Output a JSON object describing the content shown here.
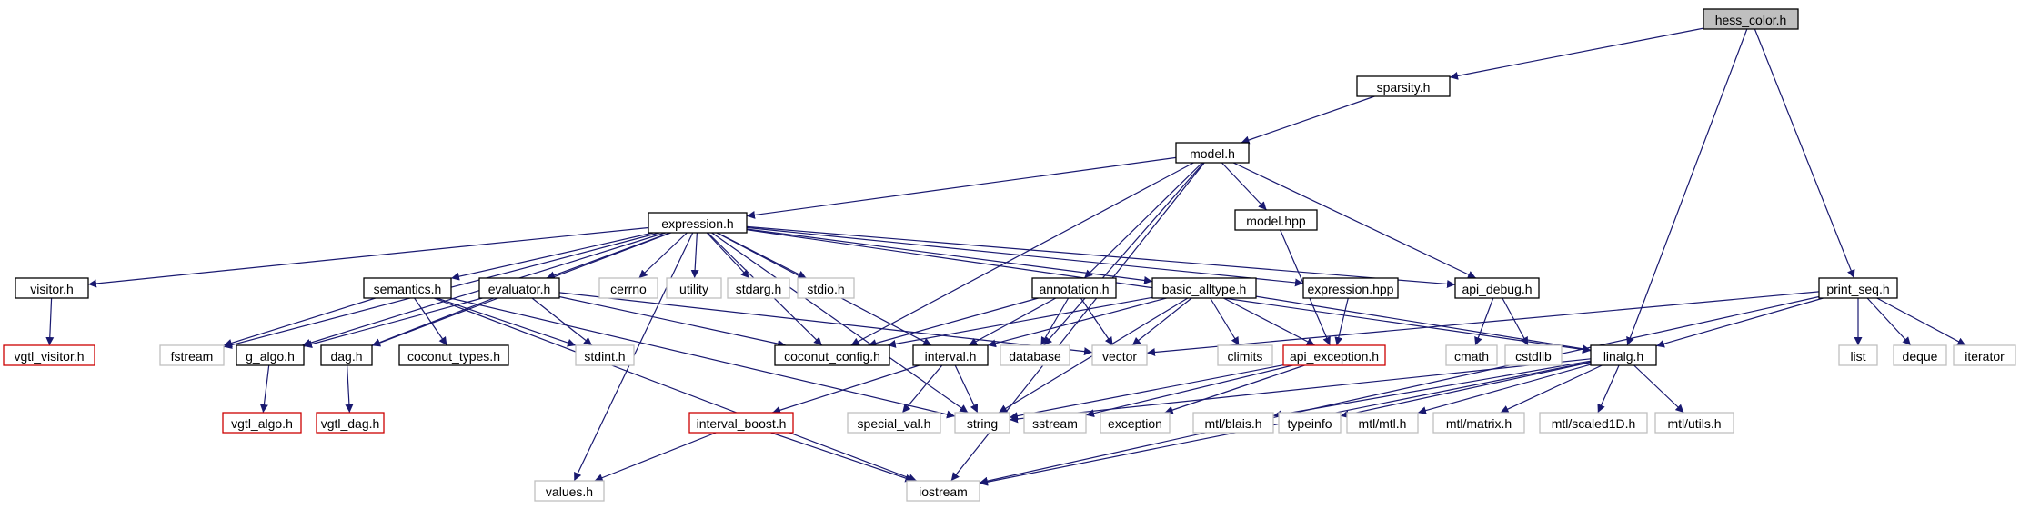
{
  "colors": {
    "edge": "#191970",
    "documented_border": "#000000",
    "system_border": "#bfbfbf",
    "missing_border": "#cc0000",
    "root_fill": "#bfbfbf"
  },
  "nodes": [
    {
      "id": "hess_color",
      "label": "hess_color.h",
      "kind": "root"
    },
    {
      "id": "sparsity",
      "label": "sparsity.h",
      "kind": "normal"
    },
    {
      "id": "model_h",
      "label": "model.h",
      "kind": "normal"
    },
    {
      "id": "expression_h",
      "label": "expression.h",
      "kind": "normal"
    },
    {
      "id": "model_hpp",
      "label": "model.hpp",
      "kind": "normal"
    },
    {
      "id": "visitor",
      "label": "visitor.h",
      "kind": "normal"
    },
    {
      "id": "vgtl_visitor",
      "label": "vgtl_visitor.h",
      "kind": "red"
    },
    {
      "id": "fstream",
      "label": "fstream",
      "kind": "system"
    },
    {
      "id": "semantics",
      "label": "semantics.h",
      "kind": "normal"
    },
    {
      "id": "evaluator",
      "label": "evaluator.h",
      "kind": "normal"
    },
    {
      "id": "g_algo",
      "label": "g_algo.h",
      "kind": "normal"
    },
    {
      "id": "dag",
      "label": "dag.h",
      "kind": "normal"
    },
    {
      "id": "coconut_types",
      "label": "coconut_types.h",
      "kind": "normal"
    },
    {
      "id": "stdint",
      "label": "stdint.h",
      "kind": "system"
    },
    {
      "id": "vgtl_algo",
      "label": "vgtl_algo.h",
      "kind": "red"
    },
    {
      "id": "vgtl_dag",
      "label": "vgtl_dag.h",
      "kind": "red"
    },
    {
      "id": "cerrno",
      "label": "cerrno",
      "kind": "system"
    },
    {
      "id": "utility",
      "label": "utility",
      "kind": "system"
    },
    {
      "id": "stdarg",
      "label": "stdarg.h",
      "kind": "system"
    },
    {
      "id": "stdio",
      "label": "stdio.h",
      "kind": "system"
    },
    {
      "id": "coconut_config",
      "label": "coconut_config.h",
      "kind": "normal"
    },
    {
      "id": "interval",
      "label": "interval.h",
      "kind": "normal"
    },
    {
      "id": "annotation",
      "label": "annotation.h",
      "kind": "normal"
    },
    {
      "id": "database",
      "label": "database",
      "kind": "system"
    },
    {
      "id": "vector",
      "label": "vector",
      "kind": "system"
    },
    {
      "id": "basic_alltype",
      "label": "basic_alltype.h",
      "kind": "normal"
    },
    {
      "id": "climits",
      "label": "climits",
      "kind": "system"
    },
    {
      "id": "api_exception",
      "label": "api_exception.h",
      "kind": "red"
    },
    {
      "id": "expression_hpp",
      "label": "expression.hpp",
      "kind": "normal"
    },
    {
      "id": "api_debug",
      "label": "api_debug.h",
      "kind": "normal"
    },
    {
      "id": "cmath",
      "label": "cmath",
      "kind": "system"
    },
    {
      "id": "cstdlib",
      "label": "cstdlib",
      "kind": "system"
    },
    {
      "id": "linalg",
      "label": "linalg.h",
      "kind": "normal"
    },
    {
      "id": "print_seq",
      "label": "print_seq.h",
      "kind": "normal"
    },
    {
      "id": "list",
      "label": "list",
      "kind": "system"
    },
    {
      "id": "deque",
      "label": "deque",
      "kind": "system"
    },
    {
      "id": "iterator",
      "label": "iterator",
      "kind": "system"
    },
    {
      "id": "interval_boost",
      "label": "interval_boost.h",
      "kind": "red"
    },
    {
      "id": "special_val",
      "label": "special_val.h",
      "kind": "system"
    },
    {
      "id": "string",
      "label": "string",
      "kind": "system"
    },
    {
      "id": "sstream",
      "label": "sstream",
      "kind": "system"
    },
    {
      "id": "exception",
      "label": "exception",
      "kind": "system"
    },
    {
      "id": "mtl_blais",
      "label": "mtl/blais.h",
      "kind": "system"
    },
    {
      "id": "typeinfo",
      "label": "typeinfo",
      "kind": "system"
    },
    {
      "id": "mtl_mtl",
      "label": "mtl/mtl.h",
      "kind": "system"
    },
    {
      "id": "mtl_matrix",
      "label": "mtl/matrix.h",
      "kind": "system"
    },
    {
      "id": "mtl_scaled1D",
      "label": "mtl/scaled1D.h",
      "kind": "system"
    },
    {
      "id": "mtl_utils",
      "label": "mtl/utils.h",
      "kind": "system"
    },
    {
      "id": "values",
      "label": "values.h",
      "kind": "system"
    },
    {
      "id": "iostream",
      "label": "iostream",
      "kind": "system"
    }
  ],
  "edges": [
    [
      "hess_color",
      "sparsity"
    ],
    [
      "hess_color",
      "linalg"
    ],
    [
      "hess_color",
      "print_seq"
    ],
    [
      "sparsity",
      "model_h"
    ],
    [
      "model_h",
      "expression_h"
    ],
    [
      "model_h",
      "model_hpp"
    ],
    [
      "model_h",
      "annotation"
    ],
    [
      "model_h",
      "coconut_config"
    ],
    [
      "model_h",
      "database"
    ],
    [
      "model_h",
      "api_debug"
    ],
    [
      "model_h",
      "iostream"
    ],
    [
      "model_hpp",
      "api_exception"
    ],
    [
      "expression_h",
      "visitor"
    ],
    [
      "expression_h",
      "fstream"
    ],
    [
      "expression_h",
      "values"
    ],
    [
      "expression_h",
      "g_algo"
    ],
    [
      "expression_h",
      "dag"
    ],
    [
      "expression_h",
      "semantics"
    ],
    [
      "expression_h",
      "evaluator"
    ],
    [
      "expression_h",
      "string"
    ],
    [
      "expression_h",
      "cerrno"
    ],
    [
      "expression_h",
      "utility"
    ],
    [
      "expression_h",
      "coconut_config"
    ],
    [
      "expression_h",
      "interval"
    ],
    [
      "expression_h",
      "stdarg"
    ],
    [
      "expression_h",
      "stdio"
    ],
    [
      "expression_h",
      "basic_alltype"
    ],
    [
      "expression_h",
      "expression_hpp"
    ],
    [
      "expression_h",
      "api_debug"
    ],
    [
      "expression_h",
      "linalg"
    ],
    [
      "visitor",
      "vgtl_visitor"
    ],
    [
      "semantics",
      "fstream"
    ],
    [
      "semantics",
      "coconut_types"
    ],
    [
      "semantics",
      "stdint"
    ],
    [
      "semantics",
      "string"
    ],
    [
      "semantics",
      "iostream"
    ],
    [
      "evaluator",
      "g_algo"
    ],
    [
      "evaluator",
      "dag"
    ],
    [
      "evaluator",
      "stdint"
    ],
    [
      "evaluator",
      "coconut_config"
    ],
    [
      "evaluator",
      "vector"
    ],
    [
      "g_algo",
      "vgtl_algo"
    ],
    [
      "dag",
      "vgtl_dag"
    ],
    [
      "annotation",
      "coconut_config"
    ],
    [
      "annotation",
      "interval"
    ],
    [
      "annotation",
      "database"
    ],
    [
      "annotation",
      "vector"
    ],
    [
      "basic_alltype",
      "coconut_config"
    ],
    [
      "basic_alltype",
      "interval"
    ],
    [
      "basic_alltype",
      "vector"
    ],
    [
      "basic_alltype",
      "climits"
    ],
    [
      "basic_alltype",
      "api_exception"
    ],
    [
      "basic_alltype",
      "string"
    ],
    [
      "basic_alltype",
      "linalg"
    ],
    [
      "expression_hpp",
      "api_exception"
    ],
    [
      "api_debug",
      "cmath"
    ],
    [
      "api_debug",
      "cstdlib"
    ],
    [
      "print_seq",
      "vector"
    ],
    [
      "print_seq",
      "linalg"
    ],
    [
      "print_seq",
      "list"
    ],
    [
      "print_seq",
      "deque"
    ],
    [
      "print_seq",
      "iterator"
    ],
    [
      "print_seq",
      "iostream"
    ],
    [
      "interval",
      "interval_boost"
    ],
    [
      "interval",
      "special_val"
    ],
    [
      "interval",
      "string"
    ],
    [
      "interval_boost",
      "values"
    ],
    [
      "interval_boost",
      "iostream"
    ],
    [
      "api_exception",
      "string"
    ],
    [
      "api_exception",
      "sstream"
    ],
    [
      "api_exception",
      "exception"
    ],
    [
      "linalg",
      "mtl_blais"
    ],
    [
      "linalg",
      "typeinfo"
    ],
    [
      "linalg",
      "mtl_mtl"
    ],
    [
      "linalg",
      "mtl_matrix"
    ],
    [
      "linalg",
      "mtl_scaled1D"
    ],
    [
      "linalg",
      "mtl_utils"
    ],
    [
      "linalg",
      "string"
    ],
    [
      "linalg",
      "iostream"
    ]
  ]
}
